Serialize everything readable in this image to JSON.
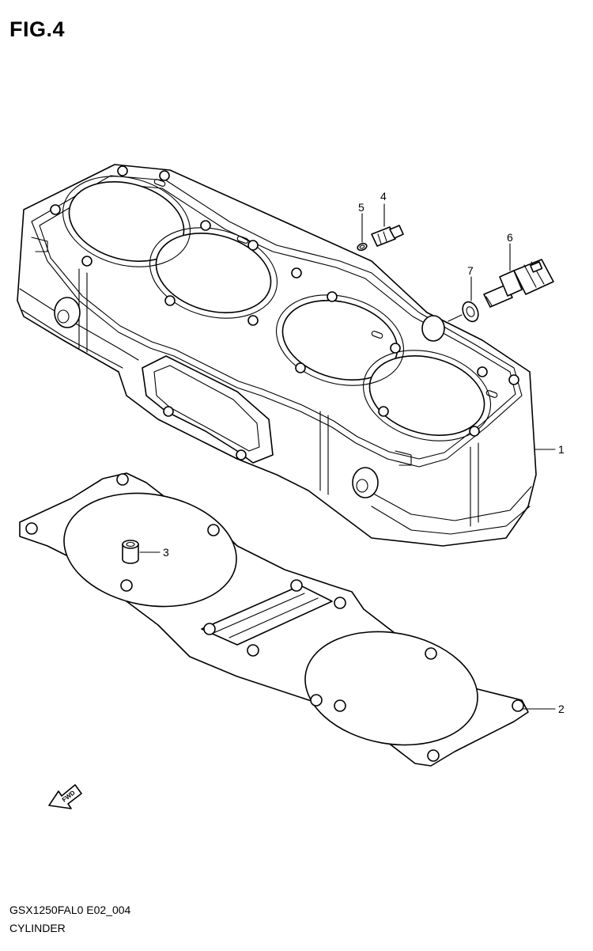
{
  "figure": {
    "title": "FIG.4"
  },
  "footer": {
    "code": "GSX1250FAL0 E02_004",
    "name": "CYLINDER"
  },
  "callouts": [
    {
      "label": "1",
      "part": "cylinder-block"
    },
    {
      "label": "2",
      "part": "cylinder-base-gasket"
    },
    {
      "label": "3",
      "part": "dowel-pin"
    },
    {
      "label": "4",
      "part": "oil-jet"
    },
    {
      "label": "5",
      "part": "o-ring"
    },
    {
      "label": "6",
      "part": "temperature-sensor"
    },
    {
      "label": "7",
      "part": "washer-gasket"
    }
  ],
  "direction_badge": {
    "text": "FWD",
    "icon": "arrow-left-down-icon"
  }
}
